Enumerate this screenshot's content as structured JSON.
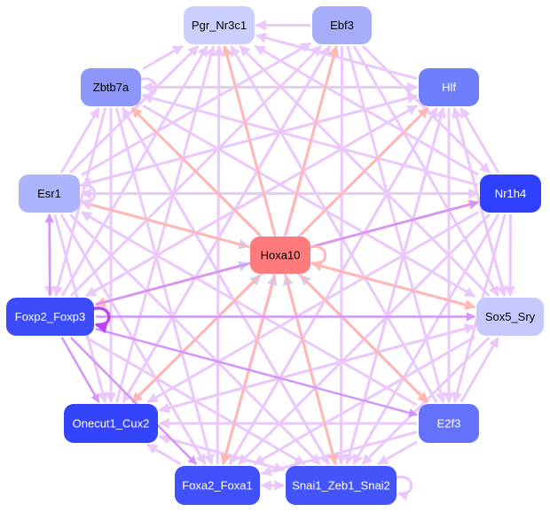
{
  "colors": {
    "edge_default": "#ebc8fc",
    "edge_activation": "#ffb8b4",
    "edge_inhibition": "#c8d0f8",
    "edge_strong": "#d494fa",
    "edge_self_strong": "#c040f8"
  },
  "nodes": [
    {
      "id": "Pgr_Nr3c1",
      "label": "Pgr_Nr3c1",
      "fill": "#cbcffd",
      "text": "#000000"
    },
    {
      "id": "Ebf3",
      "label": "Ebf3",
      "fill": "#a7acfb",
      "text": "#000000"
    },
    {
      "id": "Zbtb7a",
      "label": "Zbtb7a",
      "fill": "#8d97fb",
      "text": "#000000"
    },
    {
      "id": "Hlf",
      "label": "Hlf",
      "fill": "#6f7efb",
      "text": "#ffffff"
    },
    {
      "id": "Esr1",
      "label": "Esr1",
      "fill": "#abb4fd",
      "text": "#000000"
    },
    {
      "id": "Nr1h4",
      "label": "Nr1h4",
      "fill": "#3040ff",
      "text": "#ffffff"
    },
    {
      "id": "Hoxa10",
      "label": "Hoxa10",
      "fill": "#ff7b7b",
      "text": "#000000"
    },
    {
      "id": "Foxp2_Foxp3",
      "label": "Foxp2_Foxp3",
      "fill": "#3c4cfb",
      "text": "#ffffff"
    },
    {
      "id": "Sox5_Sry",
      "label": "Sox5_Sry",
      "fill": "#c6c9fd",
      "text": "#000000"
    },
    {
      "id": "Onecut1_Cux2",
      "label": "Onecut1_Cux2",
      "fill": "#3444fb",
      "text": "#ffffff"
    },
    {
      "id": "E2f3",
      "label": "E2f3",
      "fill": "#6472fb",
      "text": "#ffffff"
    },
    {
      "id": "Foxa2_Foxa1",
      "label": "Foxa2_Foxa1",
      "fill": "#4050fb",
      "text": "#ffffff"
    },
    {
      "id": "Snai1_Zeb1_Snai2",
      "label": "Snai1_Zeb1_Snai2",
      "fill": "#4454fb",
      "text": "#ffffff"
    }
  ],
  "edges": [
    [
      "Hoxa10",
      "Pgr_Nr3c1",
      "activation"
    ],
    [
      "Hoxa10",
      "Ebf3",
      "activation"
    ],
    [
      "Hoxa10",
      "Zbtb7a",
      "activation"
    ],
    [
      "Hoxa10",
      "Hlf",
      "activation"
    ],
    [
      "Hoxa10",
      "Nr1h4",
      "activation"
    ],
    [
      "Hoxa10",
      "Foxp2_Foxp3",
      "activation"
    ],
    [
      "Hoxa10",
      "Sox5_Sry",
      "activation"
    ],
    [
      "Hoxa10",
      "Onecut1_Cux2",
      "activation"
    ],
    [
      "Hoxa10",
      "E2f3",
      "activation"
    ],
    [
      "Hoxa10",
      "Foxa2_Foxa1",
      "activation"
    ],
    [
      "Hoxa10",
      "Snai1_Zeb1_Snai2",
      "activation"
    ],
    [
      "Hoxa10",
      "Esr1",
      "activation"
    ],
    [
      "Esr1",
      "Hoxa10",
      "inhibition"
    ],
    [
      "Foxp2_Foxp3",
      "Hoxa10",
      "inhibition"
    ],
    [
      "Sox5_Sry",
      "Hoxa10",
      "inhibition"
    ],
    [
      "Onecut1_Cux2",
      "Hoxa10",
      "inhibition"
    ],
    [
      "E2f3",
      "Hoxa10",
      "inhibition"
    ],
    [
      "Foxa2_Foxa1",
      "Hoxa10",
      "inhibition"
    ],
    [
      "Snai1_Zeb1_Snai2",
      "Hoxa10",
      "inhibition"
    ],
    [
      "Foxp2_Foxp3",
      "Sox5_Sry",
      "strong"
    ],
    [
      "Foxp2_Foxp3",
      "Esr1",
      "strong"
    ],
    [
      "Foxp2_Foxp3",
      "Foxa2_Foxa1",
      "strong"
    ],
    [
      "Foxp2_Foxp3",
      "E2f3",
      "strong"
    ],
    [
      "Foxp2_Foxp3",
      "Nr1h4",
      "strong"
    ],
    [
      "Foxp2_Foxp3",
      "Onecut1_Cux2",
      "strong"
    ],
    [
      "Ebf3",
      "Pgr_Nr3c1",
      "default"
    ],
    [
      "Hlf",
      "Pgr_Nr3c1",
      "default"
    ],
    [
      "Zbtb7a",
      "Pgr_Nr3c1",
      "default"
    ],
    [
      "Esr1",
      "Pgr_Nr3c1",
      "default"
    ],
    [
      "Nr1h4",
      "Pgr_Nr3c1",
      "default"
    ],
    [
      "Onecut1_Cux2",
      "Pgr_Nr3c1",
      "default"
    ],
    [
      "E2f3",
      "Pgr_Nr3c1",
      "default"
    ],
    [
      "Foxa2_Foxa1",
      "Pgr_Nr3c1",
      "default"
    ],
    [
      "Snai1_Zeb1_Snai2",
      "Pgr_Nr3c1",
      "default"
    ],
    [
      "Sox5_Sry",
      "Pgr_Nr3c1",
      "default"
    ],
    [
      "Foxp2_Foxp3",
      "Pgr_Nr3c1",
      "default"
    ],
    [
      "Hlf",
      "Zbtb7a",
      "default"
    ],
    [
      "Zbtb7a",
      "Hlf",
      "default"
    ],
    [
      "Esr1",
      "Zbtb7a",
      "default"
    ],
    [
      "Nr1h4",
      "Zbtb7a",
      "default"
    ],
    [
      "Zbtb7a",
      "Onecut1_Cux2",
      "default"
    ],
    [
      "Zbtb7a",
      "Foxa2_Foxa1",
      "default"
    ],
    [
      "Zbtb7a",
      "Snai1_Zeb1_Snai2",
      "default"
    ],
    [
      "Zbtb7a",
      "E2f3",
      "default"
    ],
    [
      "Zbtb7a",
      "Sox5_Sry",
      "default"
    ],
    [
      "Zbtb7a",
      "Foxp2_Foxp3",
      "default"
    ],
    [
      "Ebf3",
      "Onecut1_Cux2",
      "default"
    ],
    [
      "Ebf3",
      "Foxa2_Foxa1",
      "default"
    ],
    [
      "Ebf3",
      "Snai1_Zeb1_Snai2",
      "default"
    ],
    [
      "Ebf3",
      "E2f3",
      "default"
    ],
    [
      "Ebf3",
      "Sox5_Sry",
      "default"
    ],
    [
      "Ebf3",
      "Nr1h4",
      "default"
    ],
    [
      "Esr1",
      "Ebf3",
      "default"
    ],
    [
      "Foxp2_Foxp3",
      "Ebf3",
      "default"
    ],
    [
      "Onecut1_Cux2",
      "Ebf3",
      "default"
    ],
    [
      "Esr1",
      "Hlf",
      "default"
    ],
    [
      "Esr1",
      "Nr1h4",
      "default"
    ],
    [
      "Esr1",
      "Sox5_Sry",
      "default"
    ],
    [
      "Esr1",
      "Onecut1_Cux2",
      "default"
    ],
    [
      "Esr1",
      "Snai1_Zeb1_Snai2",
      "default"
    ],
    [
      "Esr1",
      "Foxa2_Foxa1",
      "default"
    ],
    [
      "Esr1",
      "Foxp2_Foxp3",
      "default"
    ],
    [
      "Hlf",
      "Onecut1_Cux2",
      "default"
    ],
    [
      "Hlf",
      "Foxa2_Foxa1",
      "default"
    ],
    [
      "Hlf",
      "Snai1_Zeb1_Snai2",
      "default"
    ],
    [
      "Hlf",
      "E2f3",
      "default"
    ],
    [
      "Hlf",
      "Sox5_Sry",
      "default"
    ],
    [
      "Hlf",
      "Esr1",
      "default"
    ],
    [
      "Hlf",
      "Foxp2_Foxp3",
      "default"
    ],
    [
      "Nr1h4",
      "Hlf",
      "default"
    ],
    [
      "Nr1h4",
      "Sox5_Sry",
      "default"
    ],
    [
      "Nr1h4",
      "E2f3",
      "default"
    ],
    [
      "Nr1h4",
      "Onecut1_Cux2",
      "default"
    ],
    [
      "Nr1h4",
      "Foxa2_Foxa1",
      "default"
    ],
    [
      "Nr1h4",
      "Snai1_Zeb1_Snai2",
      "default"
    ],
    [
      "Nr1h4",
      "Esr1",
      "default"
    ],
    [
      "Sox5_Sry",
      "Onecut1_Cux2",
      "default"
    ],
    [
      "Sox5_Sry",
      "Foxa2_Foxa1",
      "default"
    ],
    [
      "Sox5_Sry",
      "Snai1_Zeb1_Snai2",
      "default"
    ],
    [
      "Sox5_Sry",
      "Hlf",
      "default"
    ],
    [
      "E2f3",
      "Sox5_Sry",
      "default"
    ],
    [
      "E2f3",
      "Onecut1_Cux2",
      "default"
    ],
    [
      "E2f3",
      "Foxa2_Foxa1",
      "default"
    ],
    [
      "E2f3",
      "Snai1_Zeb1_Snai2",
      "default"
    ],
    [
      "E2f3",
      "Esr1",
      "default"
    ],
    [
      "Snai1_Zeb1_Snai2",
      "Onecut1_Cux2",
      "default"
    ],
    [
      "Snai1_Zeb1_Snai2",
      "Foxa2_Foxa1",
      "default"
    ],
    [
      "Foxa2_Foxa1",
      "Snai1_Zeb1_Snai2",
      "default"
    ],
    [
      "Foxa2_Foxa1",
      "Onecut1_Cux2",
      "default"
    ],
    [
      "Onecut1_Cux2",
      "Sox5_Sry",
      "default"
    ],
    [
      "Onecut1_Cux2",
      "Hlf",
      "default"
    ],
    [
      "Onecut1_Cux2",
      "Snai1_Zeb1_Snai2",
      "default"
    ],
    [
      "Snai1_Zeb1_Snai2",
      "Hlf",
      "default"
    ],
    [
      "Foxa2_Foxa1",
      "Hlf",
      "default"
    ],
    [
      "Snai1_Zeb1_Snai2",
      "Zbtb7a",
      "default"
    ],
    [
      "Foxp2_Foxp3",
      "Snai1_Zeb1_Snai2",
      "default"
    ],
    [
      "Foxp2_Foxp3",
      "Hlf",
      "default"
    ]
  ],
  "self_loops": [
    [
      "Foxp2_Foxp3",
      "self_strong"
    ],
    [
      "Hoxa10",
      "activation"
    ],
    [
      "Snai1_Zeb1_Snai2",
      "default"
    ],
    [
      "Zbtb7a",
      "default"
    ],
    [
      "Esr1",
      "default"
    ]
  ]
}
